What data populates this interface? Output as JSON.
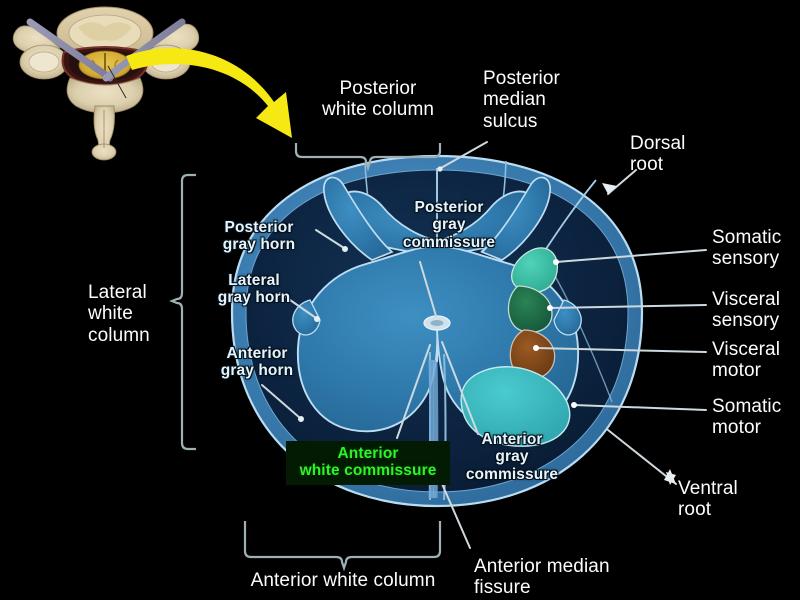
{
  "figure": {
    "title": "Spinal cord cross-section",
    "background_color": "#000000",
    "inset": {
      "name": "vertebra-cross-section-inset",
      "description": "cervical vertebra with spinal cord in situ",
      "arrow_color": "#f6e813"
    }
  },
  "labels": {
    "posterior_white_column": "Posterior\nwhite column",
    "posterior_median_sulcus": "Posterior\nmedian\nsulcus",
    "dorsal_root": "Dorsal\nroot",
    "somatic_sensory": "Somatic\nsensory",
    "visceral_sensory": "Visceral\nsensory",
    "visceral_motor": "Visceral\nmotor",
    "somatic_motor": "Somatic\nmotor",
    "ventral_root": "Ventral\nroot",
    "lateral_white_column": "Lateral\nwhite\ncolumn",
    "posterior_gray_horn": "Posterior\ngray horn",
    "lateral_gray_horn": "Lateral\ngray horn",
    "anterior_gray_horn": "Anterior\ngray horn",
    "posterior_gray_commissure": "Posterior\ngray\ncommissure",
    "anterior_gray_commissure": "Anterior\ngray\ncommissure",
    "anterior_white_commissure": "Anterior\nwhite commissure",
    "anterior_white_column": "Anterior white column",
    "anterior_median_fissure": "Anterior median\nfissure"
  },
  "colors": {
    "label_text": "#ffffff",
    "inner_label_text": "#e9f3fb",
    "highlight_text": "#2bf524",
    "highlight_background": "#031a03",
    "leader_line": "#c9d6dc",
    "brace": "#9fb0b4",
    "white_matter_outer": "#4e8fc4",
    "white_matter_inner": "#0c2642",
    "gray_matter": "#2d79ad",
    "somatic_sensory_region": "#37bda6",
    "visceral_sensory_region": "#1d6b48",
    "visceral_motor_region": "#7a4218",
    "somatic_motor_region": "#39b9bd",
    "central_canal": "#c4d8e2",
    "arrow_yellow": "#f6e813"
  },
  "regions": [
    {
      "name": "somatic-sensory-region",
      "label": "Somatic sensory",
      "color": "#37bda6"
    },
    {
      "name": "visceral-sensory-region",
      "label": "Visceral sensory",
      "color": "#1d6b48"
    },
    {
      "name": "visceral-motor-region",
      "label": "Visceral motor",
      "color": "#7a4218"
    },
    {
      "name": "somatic-motor-region",
      "label": "Somatic motor",
      "color": "#39b9bd"
    }
  ],
  "structures": [
    "posterior white column",
    "posterior median sulcus",
    "dorsal root",
    "lateral white column",
    "posterior gray horn",
    "lateral gray horn",
    "anterior gray horn",
    "posterior gray commissure",
    "anterior gray commissure",
    "anterior white commissure",
    "anterior white column",
    "anterior median fissure",
    "ventral root",
    "central canal"
  ]
}
